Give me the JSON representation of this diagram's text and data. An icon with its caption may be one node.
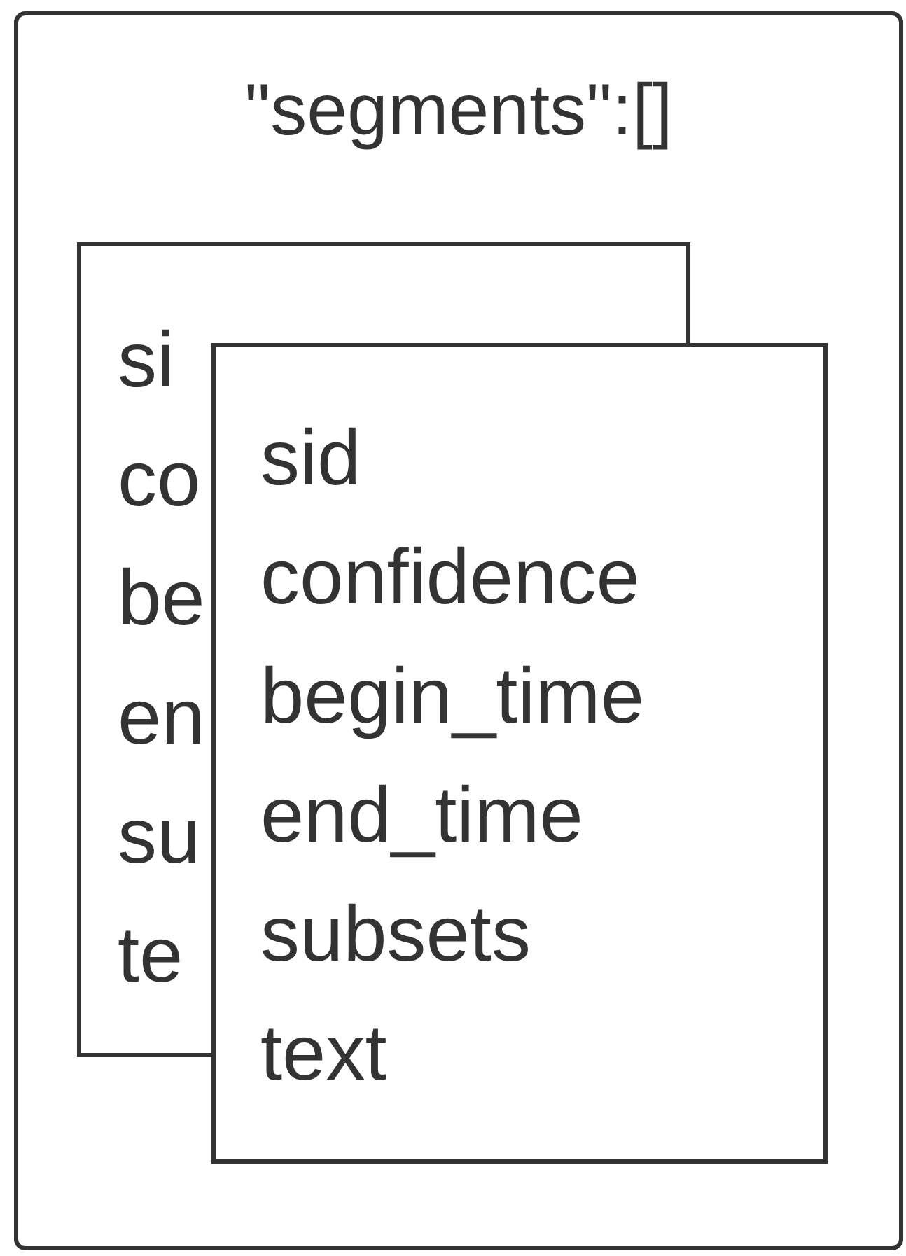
{
  "diagram": {
    "nodes": [
      {
        "text": [
          "\"segments\":[]"
        ]
      },
      {
        "text": [
          "si",
          "co",
          "be",
          "en",
          "su",
          "te"
        ],
        "in": 0
      },
      {
        "text": [
          "sid",
          "confidence",
          "begin_time",
          "end_time",
          "subsets",
          "text"
        ],
        "in": 0
      }
    ]
  }
}
